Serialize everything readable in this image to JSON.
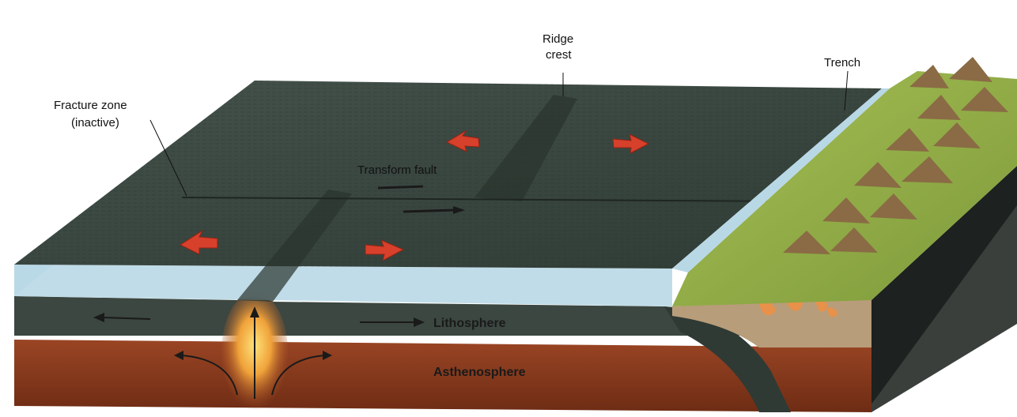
{
  "labels": {
    "ridge_crest_line1": "Ridge",
    "ridge_crest_line2": "crest",
    "trench": "Trench",
    "fracture_zone_line1": "Fracture zone",
    "fracture_zone_line2": "(inactive)",
    "transform_fault": "Transform fault",
    "lithosphere": "Lithosphere",
    "asthenosphere": "Asthenosphere"
  },
  "colors": {
    "ocean_surface": "#3d4a44",
    "water_edge": "#b9d8e6",
    "lithosphere": "#3b4740",
    "asthenosphere": "#8a3a1e",
    "land_top": "#95b347",
    "land_side": "#b89d7a",
    "arrow": "#d7402b",
    "magma": "#f0a23a"
  }
}
